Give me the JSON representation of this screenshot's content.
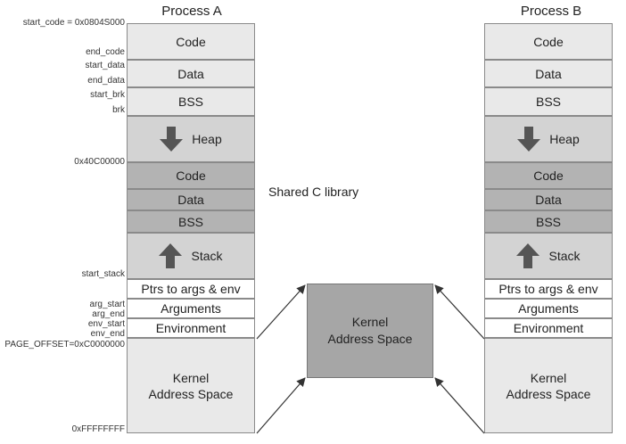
{
  "process_a": {
    "title": "Process A",
    "segments": {
      "code": "Code",
      "data": "Data",
      "bss": "BSS",
      "heap": "Heap",
      "lib_code": "Code",
      "lib_data": "Data",
      "lib_bss": "BSS",
      "stack": "Stack",
      "ptrs": "Ptrs to args & env",
      "arguments": "Arguments",
      "environment": "Environment",
      "kernel_line1": "Kernel",
      "kernel_line2": "Address Space"
    },
    "labels": {
      "start_code": "start_code = 0x0804S000",
      "end_code": "end_code",
      "start_data": "start_data",
      "end_data": "end_data",
      "start_brk": "start_brk",
      "brk": "brk",
      "lib_addr": "0x40C00000",
      "start_stack": "start_stack",
      "arg_start": "arg_start",
      "arg_end": "arg_end",
      "env_start": "env_start",
      "env_end": "env_end",
      "page_offset": "PAGE_OFFSET=0xC0000000",
      "top_addr": "0xFFFFFFFF"
    }
  },
  "process_b": {
    "title": "Process B",
    "segments": {
      "code": "Code",
      "data": "Data",
      "bss": "BSS",
      "heap": "Heap",
      "lib_code": "Code",
      "lib_data": "Data",
      "lib_bss": "BSS",
      "stack": "Stack",
      "ptrs": "Ptrs to args & env",
      "arguments": "Arguments",
      "environment": "Environment",
      "kernel_line1": "Kernel",
      "kernel_line2": "Address Space"
    }
  },
  "shared_library_label": "Shared C library",
  "kernel_shared": {
    "line1": "Kernel",
    "line2": "Address Space"
  },
  "icons": {
    "heap_arrow": "arrow-down-icon",
    "stack_arrow": "arrow-up-icon"
  },
  "colors": {
    "light": "#e9e9e9",
    "mid": "#d3d3d3",
    "dark": "#b3b3b3",
    "kernel_mid": "#a6a6a6",
    "arrow": "#555555"
  }
}
